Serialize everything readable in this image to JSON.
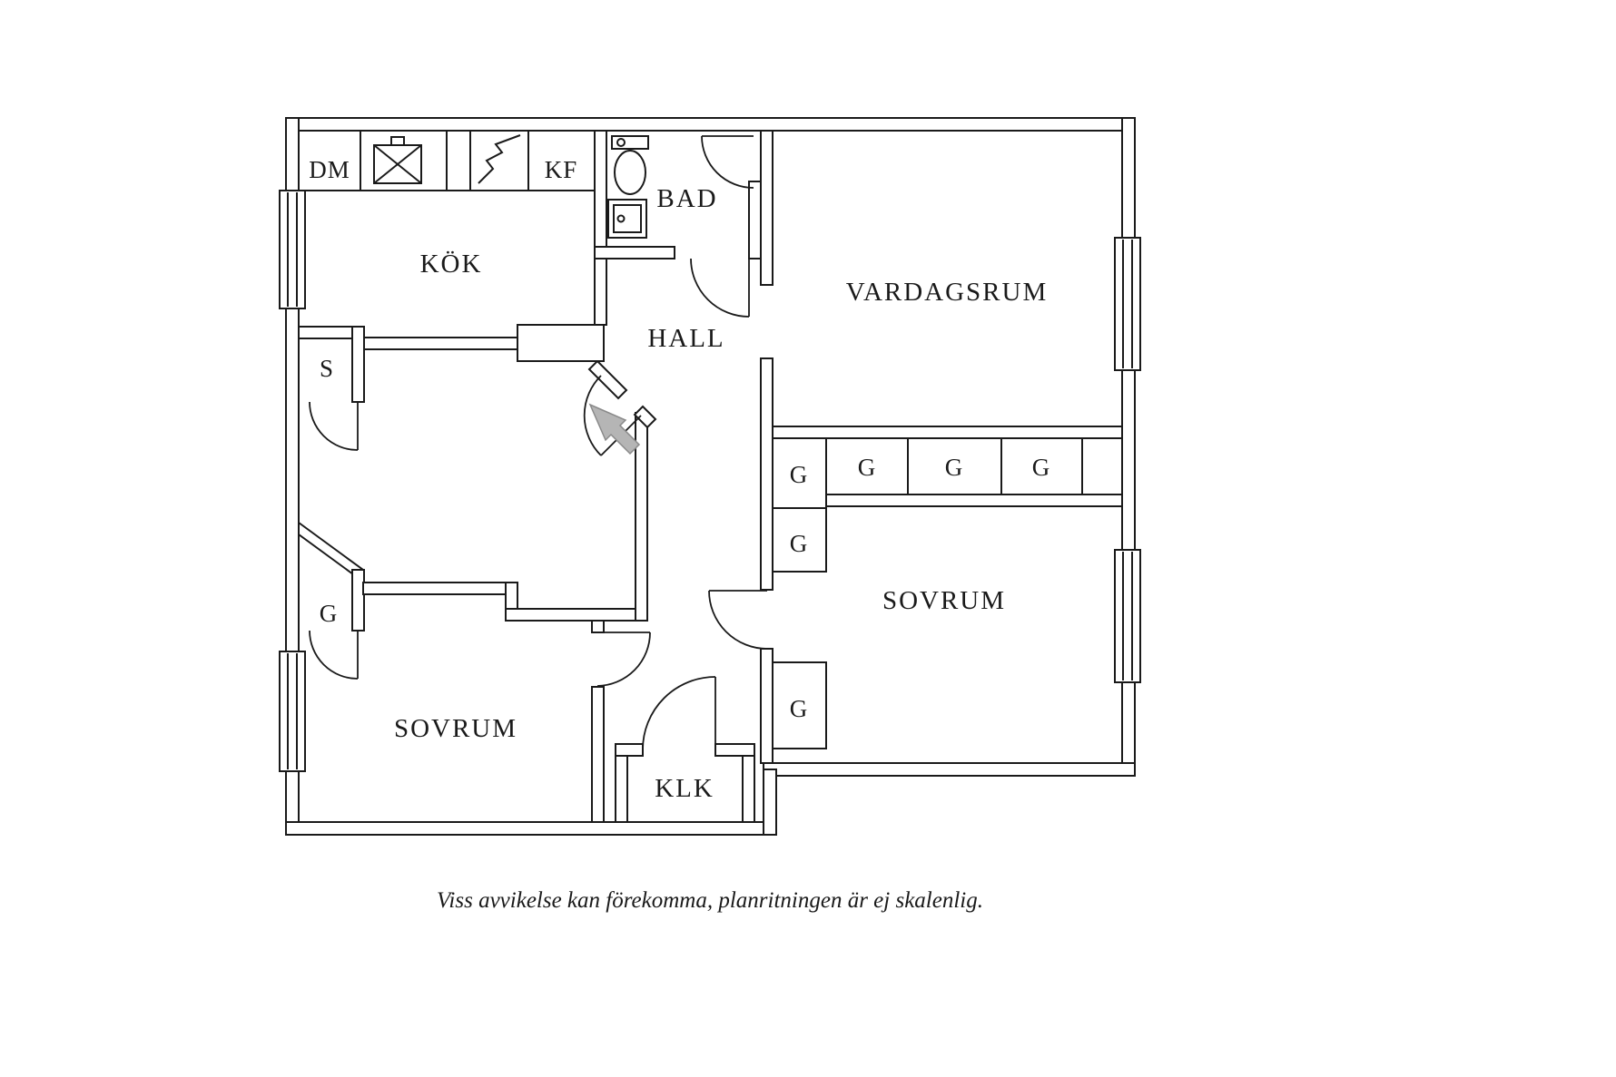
{
  "floorplan": {
    "labels": {
      "kitchen": "KÖK",
      "bathroom": "BAD",
      "hall": "HALL",
      "living_room": "VARDAGSRUM",
      "bedroom_right": "SOVRUM",
      "bedroom_left": "SOVRUM",
      "walk_in_closet": "KLK",
      "dishwasher": "DM",
      "fridge_freezer": "KF",
      "pantry": "S",
      "bedroom_left_wardrobe": "G"
    },
    "wardrobes_top_row": [
      "G",
      "G",
      "G",
      "G"
    ],
    "wardrobes_left_column": [
      "G",
      "G"
    ],
    "caption": "Viss avvikelse kan förekomma, planritningen är ej skalenlig.",
    "colors": {
      "wall_line": "#1a1a1a",
      "entry_arrow": "#b5b5b5",
      "entry_arrow_outline": "#8a8a8a",
      "background": "#ffffff"
    }
  }
}
